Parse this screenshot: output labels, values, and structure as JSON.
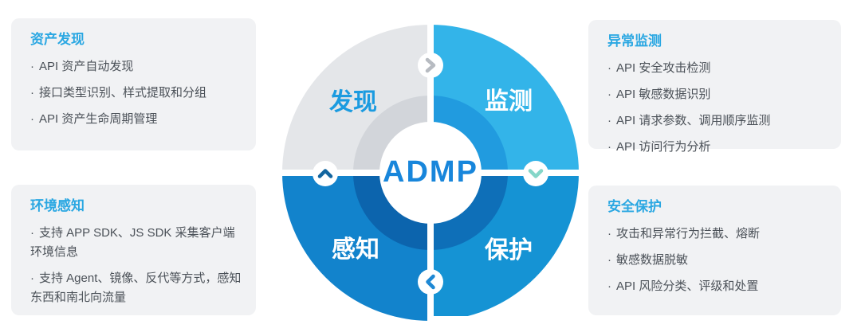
{
  "ui": {
    "bullet_char": "·",
    "background_color": "#ffffff",
    "panel_bg_color": "#f1f2f4",
    "panel_title_color": "#2aa7e2",
    "panel_text_color": "#4b5158"
  },
  "panels": {
    "asset_discovery": {
      "title": "资产发现",
      "items": [
        "API 资产自动发现",
        "接口类型识别、样式提取和分组",
        "API 资产生命周期管理"
      ]
    },
    "anomaly_monitoring": {
      "title": "异常监测",
      "items": [
        "API 安全攻击检测",
        "API 敏感数据识别",
        "API 请求参数、调用顺序监测",
        "API 访问行为分析"
      ]
    },
    "environment_perception": {
      "title": "环境感知",
      "items": [
        "支持 APP SDK、JS SDK 采集客户端环境信息",
        "支持 Agent、镜像、反代等方式，感知东西和南北向流量"
      ]
    },
    "security_protection": {
      "title": "安全保护",
      "items": [
        "攻击和异常行为拦截、熔断",
        "敏感数据脱敏",
        "API 风险分类、评级和处置"
      ]
    }
  },
  "diagram": {
    "center_label": "ADMP",
    "center_label_color": "#1886db",
    "center_bg_color": "#ffffff",
    "quadrants": [
      {
        "label": "发现",
        "position": "top-left",
        "outer_color": "#e4e6e9",
        "inner_color": "#d2d5da",
        "label_color": "#1b9be0"
      },
      {
        "label": "监测",
        "position": "top-right",
        "outer_color": "#33b4e9",
        "inner_color": "#219bdf",
        "label_color": "#ffffff"
      },
      {
        "label": "保护",
        "position": "bottom-right",
        "outer_color": "#1593d4",
        "inner_color": "#0e6fb8",
        "label_color": "#ffffff"
      },
      {
        "label": "感知",
        "position": "bottom-left",
        "outer_color": "#1283cc",
        "inner_color": "#0c64ad",
        "label_color": "#ffffff"
      }
    ],
    "arrows": [
      {
        "position": "top",
        "direction": "right",
        "color": "#b7bbc1"
      },
      {
        "position": "right",
        "direction": "down",
        "color": "#85d6c8"
      },
      {
        "position": "bottom",
        "direction": "left",
        "color": "#1e88d4"
      },
      {
        "position": "left",
        "direction": "up",
        "color": "#13659f"
      }
    ]
  }
}
